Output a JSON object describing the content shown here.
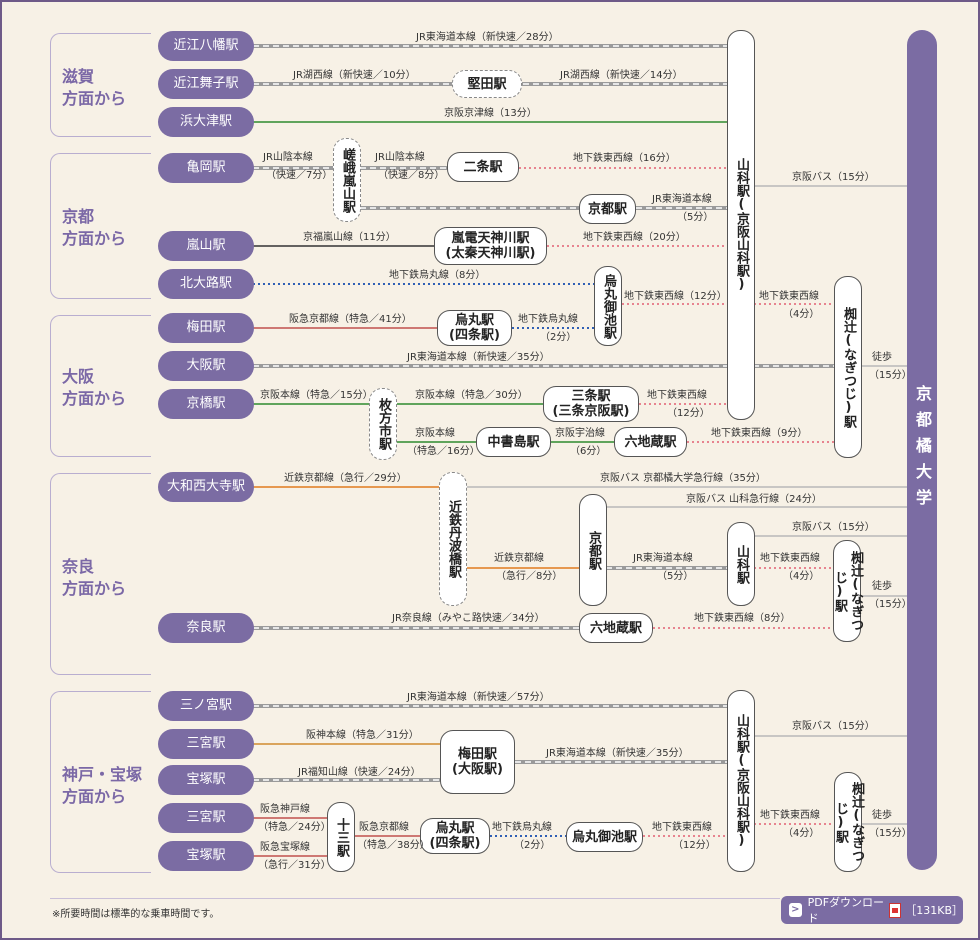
{
  "regions": [
    "滋賀\n方面から",
    "京都\n方面から",
    "大阪\n方面から",
    "奈良\n方面から",
    "神戸・宝塚\n方面から"
  ],
  "origins": [
    "近江八幡駅",
    "近江舞子駅",
    "浜大津駅",
    "亀岡駅",
    "嵐山駅",
    "北大路駅",
    "梅田駅",
    "大阪駅",
    "京橋駅",
    "大和西大寺駅",
    "奈良駅",
    "三ノ宮駅",
    "三宮駅",
    "宝塚駅",
    "三宮駅",
    "宝塚駅"
  ],
  "stations": {
    "katata": "堅田駅",
    "nijo": "二条駅",
    "saga": "嵯峨嵐山駅",
    "kyoto": "京都駅",
    "arashiden": "嵐電天神川駅\n(太秦天神川駅)",
    "karasuma_oike": "烏丸御池駅",
    "karasuma_shijo": "烏丸駅\n(四条駅)",
    "sanjo": "三条駅\n(三条京阪駅)",
    "hirakata": "枚方市駅",
    "chushojima": "中書島駅",
    "rokujizo": "六地蔵駅",
    "yamashina1": "山科駅(京阪山科駅)",
    "nagitsuji1": "椥辻(なぎつじ)駅",
    "kintetsu_tambabashi": "近鉄丹波橋駅",
    "kyoto2": "京都駅",
    "yamashina2": "山科駅",
    "nagitsuji2": "椥辻(なぎつじ)駅",
    "rokujizo2": "六地蔵駅",
    "umeda_osaka": "梅田駅\n(大阪駅)",
    "juso": "十三駅",
    "karasuma_shijo2": "烏丸駅\n(四条駅)",
    "karasuma_oike2": "烏丸御池駅",
    "yamashina3": "山科駅(京阪山科駅)",
    "nagitsuji3": "椥辻(なぎつじ)駅"
  },
  "labels": {
    "l1": "JR東海道本線（新快速／28分）",
    "l2a": "JR湖西線（新快速／10分）",
    "l2b": "JR湖西線（新快速／14分）",
    "l3": "京阪京津線（13分）",
    "l4a": "JR山陰本線",
    "l4b": "（快速／7分）",
    "l4c": "JR山陰本線",
    "l4d": "（快速／8分）",
    "l4e": "地下鉄東西線（16分）",
    "l4f": "京阪バス（15分）",
    "l5a": "JR東海道本線",
    "l5b": "（5分）",
    "l6a": "京福嵐山線（11分）",
    "l6b": "地下鉄東西線（20分）",
    "l7a": "地下鉄烏丸線（8分）",
    "l7b": "地下鉄東西線（12分）",
    "l7c": "地下鉄東西線",
    "l7d": "（4分）",
    "l8a": "阪急京都線（特急／41分）",
    "l8b": "地下鉄烏丸線",
    "l8c": "（2分）",
    "l9": "JR東海道本線（新快速／35分）",
    "l9b": "徒歩",
    "l9c": "（15分）",
    "l10a": "京阪本線（特急／15分）",
    "l10b": "京阪本線（特急／30分）",
    "l10c": "地下鉄東西線",
    "l10d": "（12分）",
    "l11a": "京阪本線",
    "l11b": "（特急／16分）",
    "l11c": "京阪宇治線",
    "l11d": "（6分）",
    "l11e": "地下鉄東西線（9分）",
    "l12a": "近鉄京都線（急行／29分）",
    "l12b": "京阪バス 京都橘大学急行線（35分）",
    "l13": "京阪バス 山科急行線（24分）",
    "l14": "京阪バス（15分）",
    "l15a": "近鉄京都線",
    "l15b": "（急行／8分）",
    "l15c": "JR東海道本線",
    "l15d": "（5分）",
    "l15e": "地下鉄東西線",
    "l15f": "（4分）",
    "l15g": "徒歩",
    "l15h": "（15分）",
    "l16a": "JR奈良線（みやこ路快速／34分）",
    "l16b": "地下鉄東西線（8分）",
    "l17": "JR東海道本線（新快速／57分）",
    "l17b": "京阪バス（15分）",
    "l18a": "阪神本線（特急／31分）",
    "l18b": "JR東海道本線（新快速／35分）",
    "l19": "JR福知山線（快速／24分）",
    "l20a": "阪急神戸線",
    "l20b": "（特急／24分）",
    "l20c": "阪急京都線",
    "l20d": "（特急／38分）",
    "l20e": "地下鉄烏丸線",
    "l20f": "（2分）",
    "l20g": "地下鉄東西線",
    "l20h": "（12分）",
    "l20i": "地下鉄東西線",
    "l20j": "（4分）",
    "l20k": "徒歩",
    "l20l": "（15分）",
    "l21a": "阪急宝塚線",
    "l21b": "（急行／31分）"
  },
  "destination": "京都橘大学",
  "note": "※所要時間は標準的な乗車時間です。",
  "pdf": {
    "label": "PDFダウンロード",
    "size": "［131KB］"
  },
  "colors": {
    "jr": "#b0b0b0",
    "keihan_keishin": "#2e8b2e",
    "subway_tozai": "#e7838f",
    "subway_karasuma": "#2f5fb5",
    "hankyu": "#c0504d",
    "keifuku": "#333333",
    "keihan": "#3b8f3b",
    "kintetsu": "#e07b1e",
    "bus": "#b0b0b0",
    "accent": "#7b6ca3"
  }
}
